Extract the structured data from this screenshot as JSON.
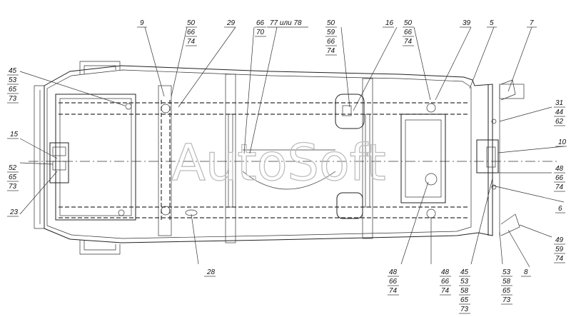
{
  "watermark": "AutoSoft",
  "callouts": {
    "c9": [
      "9"
    ],
    "c50a": [
      "50",
      "66",
      "74"
    ],
    "c29": [
      "29"
    ],
    "c66": [
      "66",
      "70"
    ],
    "c77": [
      "77 или 78"
    ],
    "c50b": [
      "50",
      "59",
      "66",
      "74"
    ],
    "c16": [
      "16"
    ],
    "c50c": [
      "50",
      "66",
      "74"
    ],
    "c39": [
      "39"
    ],
    "c5": [
      "5"
    ],
    "c7": [
      "7"
    ],
    "c45a": [
      "45",
      "53",
      "65",
      "73"
    ],
    "c15": [
      "15"
    ],
    "c52": [
      "52",
      "65",
      "73"
    ],
    "c23": [
      "23"
    ],
    "c31": [
      "31",
      "44",
      "62"
    ],
    "c10": [
      "10"
    ],
    "c48a": [
      "48",
      "66",
      "74"
    ],
    "c6": [
      "6"
    ],
    "c49": [
      "49",
      "59",
      "74"
    ],
    "c8": [
      "8"
    ],
    "c53": [
      "53",
      "58",
      "65",
      "73"
    ],
    "c45b": [
      "45",
      "53",
      "58",
      "65",
      "73"
    ],
    "c48b": [
      "48",
      "66",
      "74"
    ],
    "c48c": [
      "48",
      "66",
      "74"
    ],
    "c28": [
      "28"
    ]
  }
}
